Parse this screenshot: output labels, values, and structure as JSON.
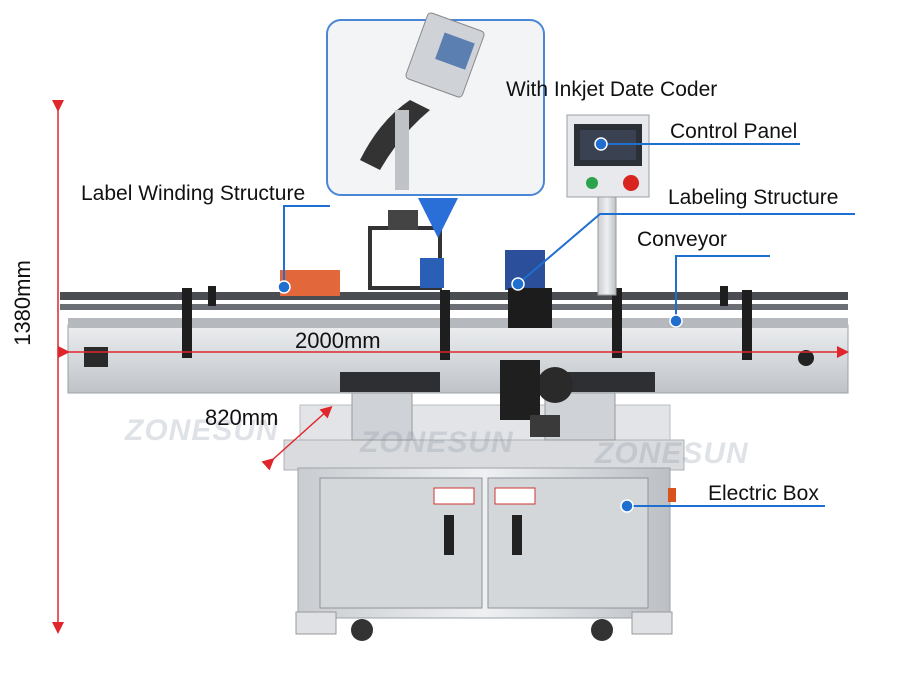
{
  "callouts": {
    "inkjet": "With Inkjet Date Coder",
    "control_panel": "Control Panel",
    "label_winding": "Label Winding Structure",
    "labeling": "Labeling Structure",
    "conveyor": "Conveyor",
    "electric_box": "Electric Box"
  },
  "dimensions": {
    "height": "1380mm",
    "length": "2000mm",
    "depth": "820mm"
  },
  "watermark": "ZONESUN",
  "colors": {
    "callout_blue": "#1f6fd1",
    "dimension_red": "#e0262b",
    "machine_steel": "#d3d6da",
    "frame_border": "#4a86d6"
  }
}
